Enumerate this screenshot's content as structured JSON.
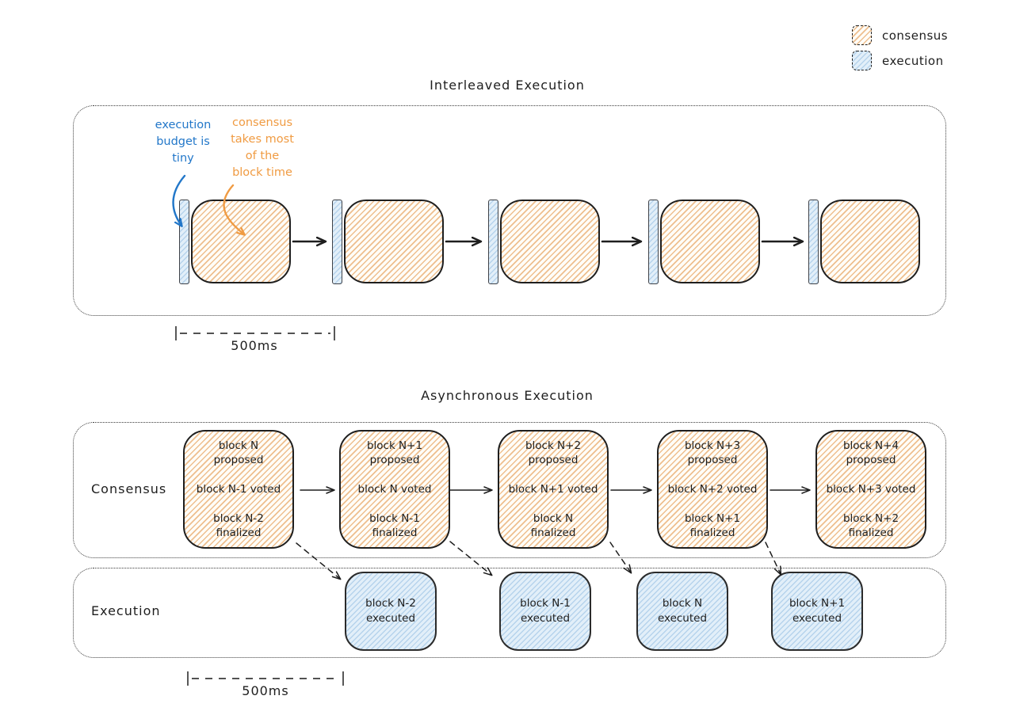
{
  "legend": {
    "items": [
      {
        "label": "consensus"
      },
      {
        "label": "execution"
      }
    ]
  },
  "interleaved": {
    "title": "Interleaved Execution",
    "note_execution": "execution\nbudget is\ntiny",
    "note_consensus": "consensus\ntakes most\nof the\nblock time",
    "timescale": "500ms"
  },
  "asynchronous": {
    "title": "Asynchronous Execution",
    "consensus_label": "Consensus",
    "execution_label": "Execution",
    "timescale": "500ms",
    "consensus_blocks": [
      {
        "proposed": "block N\nproposed",
        "voted": "block N-1 voted",
        "finalized": "block N-2\nfinalized"
      },
      {
        "proposed": "block N+1\nproposed",
        "voted": "block N voted",
        "finalized": "block N-1\nfinalized"
      },
      {
        "proposed": "block N+2\nproposed",
        "voted": "block N+1 voted",
        "finalized": "block N\nfinalized"
      },
      {
        "proposed": "block N+3\nproposed",
        "voted": "block N+2 voted",
        "finalized": "block N+1\nfinalized"
      },
      {
        "proposed": "block N+4\nproposed",
        "voted": "block N+3 voted",
        "finalized": "block N+2\nfinalized"
      }
    ],
    "execution_blocks": [
      {
        "text": "block N-2\nexecuted"
      },
      {
        "text": "block N-1\nexecuted"
      },
      {
        "text": "block N\nexecuted"
      },
      {
        "text": "block N+1\nexecuted"
      }
    ]
  },
  "colors": {
    "consensus_hatch": "#e08c38",
    "execution_fill": "#e2eff9",
    "execution_hatch": "#6ea5d7",
    "stroke_dark": "#1e1e1e",
    "annotation_blue": "#2277c9",
    "annotation_orange": "#f09b42"
  }
}
